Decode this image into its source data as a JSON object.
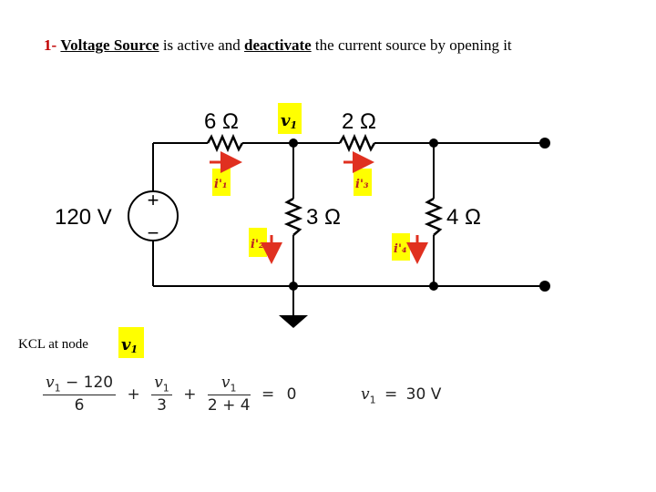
{
  "title": {
    "number": "1-",
    "bold1": "Voltage Source",
    "text1": "is active and",
    "bold2": "deactivate",
    "text2": "the current source by opening it"
  },
  "circuit": {
    "source_label": "120 V",
    "plus": "+",
    "minus": "−",
    "r1_label": "6 Ω",
    "r2_label": "2 Ω",
    "r3_label": "3 Ω",
    "r4_label": "4 Ω",
    "node_label": "v",
    "node_sub": "1",
    "i1": "i'₁",
    "i2": "i'₂",
    "i3": "i'₃",
    "i4": "i'₄",
    "highlight_color": "#ffff00",
    "arrow_color": "#e03020"
  },
  "kcl": {
    "label": "KCL  at node",
    "node_label": "v",
    "node_sub": "1"
  },
  "equation": {
    "v": "v",
    "sub1": "1",
    "minus": "−",
    "num120": "120",
    "den6": "6",
    "plus": "+",
    "den3": "3",
    "den24": "2 + 4",
    "equals": "=",
    "zero": "0"
  },
  "result": {
    "v": "v",
    "sub": "1",
    "equals": "=",
    "value": "30 V"
  }
}
